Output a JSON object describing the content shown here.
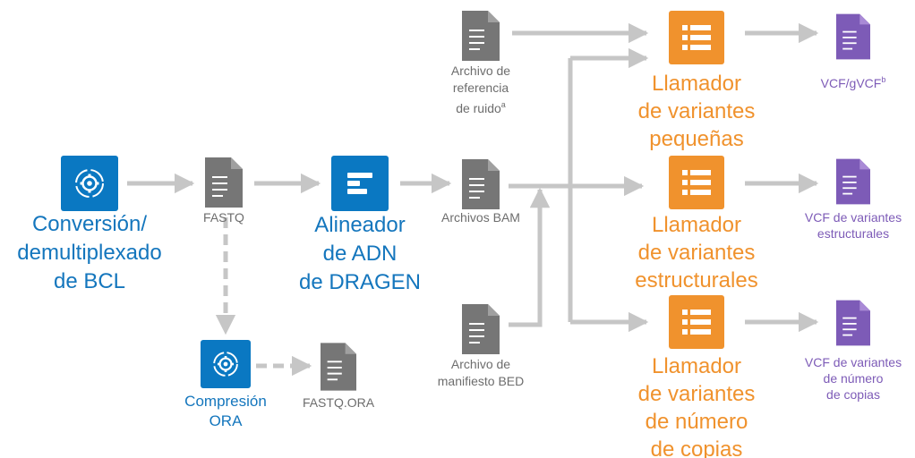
{
  "nodes": {
    "bcl": {
      "label_lines": [
        "Conversión/",
        "demultiplexado",
        "de BCL"
      ]
    },
    "fastq": {
      "label": "FASTQ"
    },
    "aligner": {
      "label_lines": [
        "Alineador",
        "de ADN",
        "de DRAGEN"
      ]
    },
    "bam": {
      "label": "Archivos BAM"
    },
    "noise_ref": {
      "label_lines": [
        "Archivo de",
        "referencia",
        "de ruido"
      ],
      "footnote": "a"
    },
    "bed": {
      "label_lines": [
        "Archivo de",
        "manifiesto BED"
      ]
    },
    "ora": {
      "label_lines": [
        "Compresión",
        "ORA"
      ]
    },
    "fastq_ora": {
      "label": "FASTQ.ORA"
    },
    "small_caller": {
      "label_lines": [
        "Llamador",
        "de variantes",
        "pequeñas"
      ]
    },
    "sv_caller": {
      "label_lines": [
        "Llamador",
        "de variantes",
        "estructurales"
      ]
    },
    "cnv_caller": {
      "label_lines": [
        "Llamador",
        "de variantes",
        "de número",
        "de copias"
      ]
    },
    "vcf_small": {
      "label": "VCF/gVCF",
      "footnote": "b"
    },
    "vcf_sv": {
      "label_lines": [
        "VCF de variantes",
        "estructurales"
      ]
    },
    "vcf_cnv": {
      "label_lines": [
        "VCF de variantes",
        "de número",
        "de copias"
      ]
    }
  },
  "colors": {
    "blue": "#0a78c2",
    "orange": "#f0922d",
    "purple": "#7d5bb7",
    "doc_gray": "#767676",
    "arrow_gray": "#c6c6c6"
  },
  "icons": {
    "bcl": "gear-cycle-icon",
    "ora": "gear-cycle-icon",
    "aligner": "align-bars-icon",
    "callers": "list-icon",
    "files": "document-icon"
  }
}
